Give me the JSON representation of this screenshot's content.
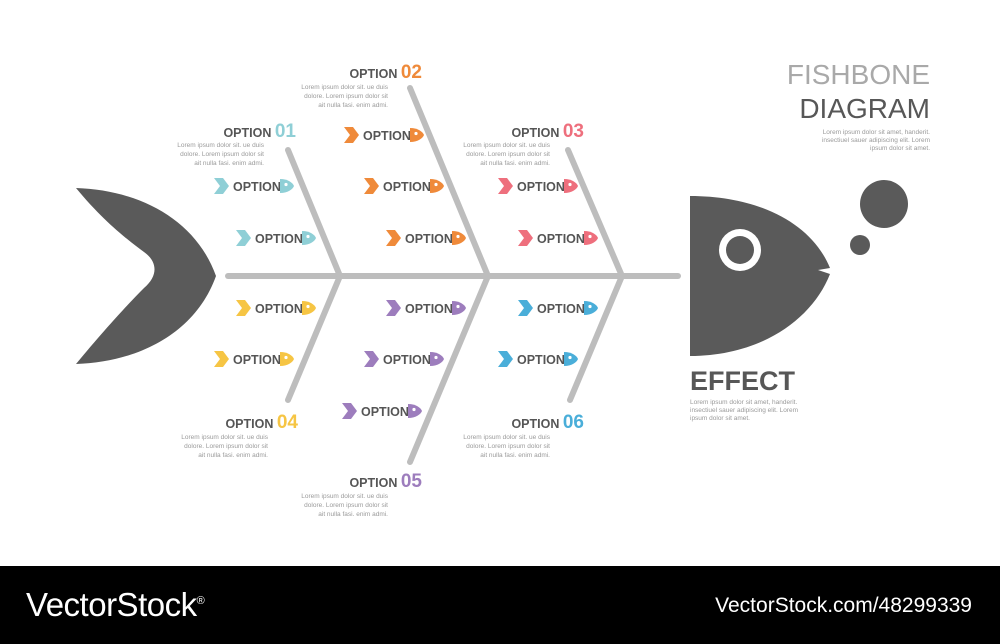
{
  "title": {
    "line1": "FISHBONE",
    "line2": "DIAGRAM",
    "description": [
      "Lorem ipsum dolor sit amet, handerit.",
      "insectiuel sauer adipiscing elit. Lorem",
      "ipsum dolor sit amet."
    ]
  },
  "effect": {
    "label": "EFFECT",
    "description": [
      "Lorem ipsum dolor sit amet, handerit.",
      "insectiuel sauer adipiscing elit. Lorem",
      "ipsum dolor sit amet."
    ]
  },
  "lorem_lines": [
    "Lorem ipsum dolor sit. ue duis",
    "dolore. Lorem ipsum dolor sit",
    "ait nulla fasi. enim admi."
  ],
  "item_label": "OPTION",
  "categories": [
    {
      "label": "OPTION",
      "number": "01",
      "color": "#8fcfd6",
      "items": [
        "OPTION",
        "OPTION"
      ]
    },
    {
      "label": "OPTION",
      "number": "02",
      "color": "#ef8a3a",
      "items": [
        "OPTION",
        "OPTION",
        "OPTION"
      ]
    },
    {
      "label": "OPTION",
      "number": "03",
      "color": "#ee6f7d",
      "items": [
        "OPTION",
        "OPTION"
      ]
    },
    {
      "label": "OPTION",
      "number": "04",
      "color": "#f6c544",
      "items": [
        "OPTION",
        "OPTION"
      ]
    },
    {
      "label": "OPTION",
      "number": "05",
      "color": "#9d7dbd",
      "items": [
        "OPTION",
        "OPTION",
        "OPTION"
      ]
    },
    {
      "label": "OPTION",
      "number": "06",
      "color": "#4aaed9",
      "items": [
        "OPTION",
        "OPTION"
      ]
    }
  ],
  "colors": {
    "fish_body": "#5a5a5a",
    "bones": "#bdbdbd",
    "background": "#ffffff",
    "footer": "#000000"
  },
  "footer": {
    "brand": "VectorStock",
    "registered": "®",
    "url": "VectorStock.com/48299339"
  }
}
